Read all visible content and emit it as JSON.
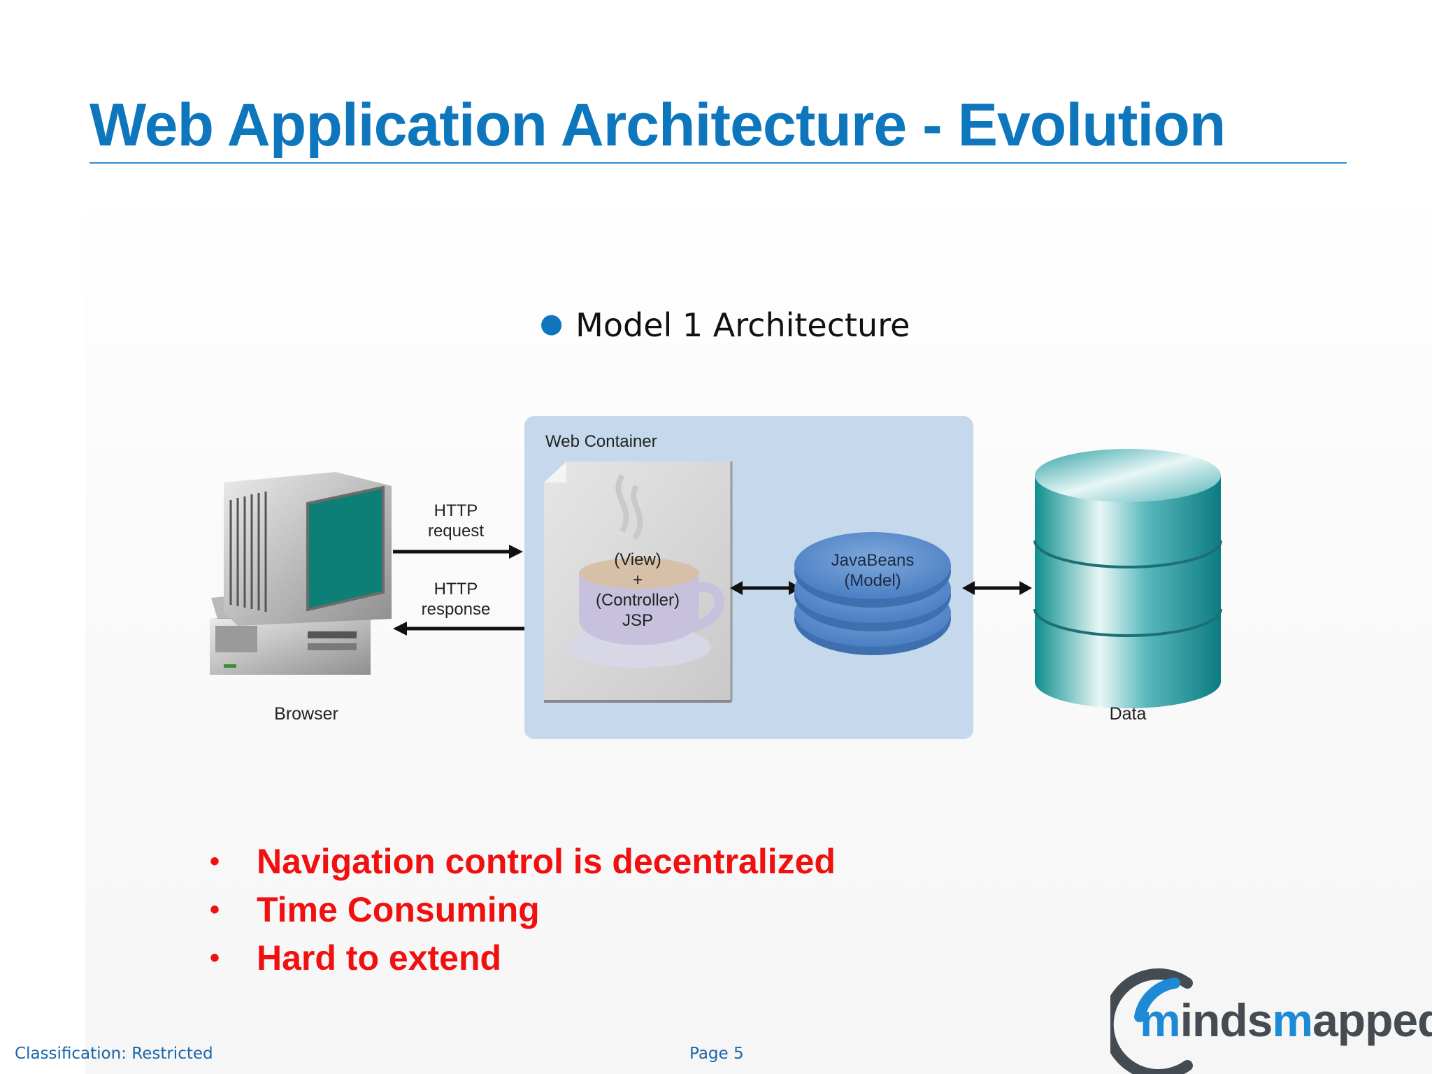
{
  "slide": {
    "title": "Web Application Architecture - Evolution",
    "subheading": "Model 1 Architecture"
  },
  "diagram": {
    "container_label": "Web Container",
    "http_request": [
      "HTTP",
      "request"
    ],
    "http_response": [
      "HTTP",
      "response"
    ],
    "jsp_lines": [
      "(View)",
      "+",
      "(Controller)",
      "JSP"
    ],
    "beans_lines": [
      "JavaBeans",
      "(Model)"
    ],
    "browser_label": "Browser",
    "data_label": "Data"
  },
  "points": [
    "Navigation control is decentralized",
    "Time Consuming",
    "Hard to extend"
  ],
  "footer": {
    "classification": "Classification: Restricted",
    "page": "Page 5"
  },
  "logo": {
    "text": "mindsmapped"
  },
  "colors": {
    "title": "#0e76bc",
    "points": "#f01010",
    "container": "#c5d8ec",
    "logo_dark": "#444b52",
    "logo_blue": "#1e8ad6"
  }
}
